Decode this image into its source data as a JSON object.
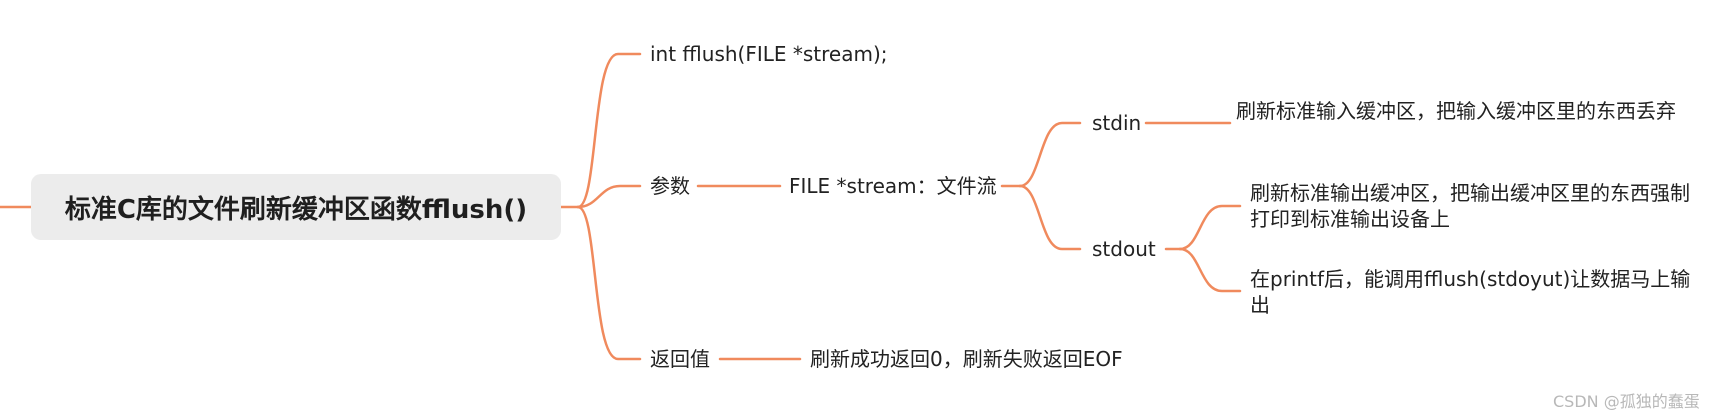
{
  "mindmap": {
    "root": "标准C库的文件刷新缓冲区函数fflush()",
    "prototype": "int fflush(FILE *stream);",
    "params": {
      "label": "参数",
      "stream": "FILE *stream：文件流",
      "stdin": {
        "label": "stdin",
        "desc": "刷新标准输入缓冲区，把输入缓冲区里的东西丢弃"
      },
      "stdout": {
        "label": "stdout",
        "desc1": "刷新标准输出缓冲区，把输出缓冲区里的东西强制打印到标准输出设备上",
        "desc2": "在printf后，能调用fflush(stdoyut)让数据马上输出"
      }
    },
    "return_value": {
      "label": "返回值",
      "desc": "刷新成功返回0，刷新失败返回EOF"
    }
  },
  "watermark": "CSDN @孤独的蠢蛋",
  "colors": {
    "edge": "#f08a5d",
    "root_bg": "#ececec"
  }
}
